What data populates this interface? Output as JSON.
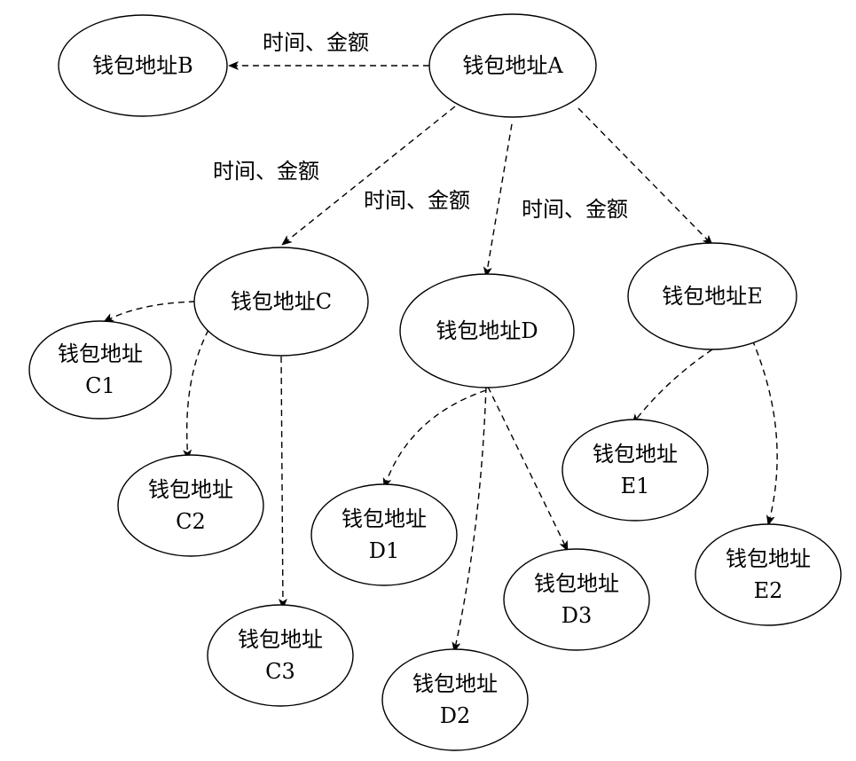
{
  "diagram": {
    "nodes": {
      "a": {
        "lines": [
          "钱包地址A"
        ]
      },
      "b": {
        "lines": [
          "钱包地址B"
        ]
      },
      "c": {
        "lines": [
          "钱包地址C"
        ]
      },
      "d": {
        "lines": [
          "钱包地址D"
        ]
      },
      "e": {
        "lines": [
          "钱包地址E"
        ]
      },
      "c1": {
        "lines": [
          "钱包地址",
          "C1"
        ]
      },
      "c2": {
        "lines": [
          "钱包地址",
          "C2"
        ]
      },
      "c3": {
        "lines": [
          "钱包地址",
          "C3"
        ]
      },
      "d1": {
        "lines": [
          "钱包地址",
          "D1"
        ]
      },
      "d2": {
        "lines": [
          "钱包地址",
          "D2"
        ]
      },
      "d3": {
        "lines": [
          "钱包地址",
          "D3"
        ]
      },
      "e1": {
        "lines": [
          "钱包地址",
          "E1"
        ]
      },
      "e2": {
        "lines": [
          "钱包地址",
          "E2"
        ]
      }
    },
    "edge_labels": {
      "a_to_b": "时间、金额",
      "a_to_c": "时间、金额",
      "a_to_d": "时间、金额",
      "a_to_e": "时间、金额"
    },
    "edges": [
      {
        "from": "钱包地址A",
        "to": "钱包地址B"
      },
      {
        "from": "钱包地址A",
        "to": "钱包地址C"
      },
      {
        "from": "钱包地址A",
        "to": "钱包地址D"
      },
      {
        "from": "钱包地址A",
        "to": "钱包地址E"
      },
      {
        "from": "钱包地址C",
        "to": "钱包地址C1"
      },
      {
        "from": "钱包地址C",
        "to": "钱包地址C2"
      },
      {
        "from": "钱包地址C",
        "to": "钱包地址C3"
      },
      {
        "from": "钱包地址D",
        "to": "钱包地址D1"
      },
      {
        "from": "钱包地址D",
        "to": "钱包地址D2"
      },
      {
        "from": "钱包地址D",
        "to": "钱包地址D3"
      },
      {
        "from": "钱包地址E",
        "to": "钱包地址E1"
      },
      {
        "from": "钱包地址E",
        "to": "钱包地址E2"
      }
    ],
    "colors": {
      "stroke": "#000000",
      "background": "#ffffff"
    }
  }
}
